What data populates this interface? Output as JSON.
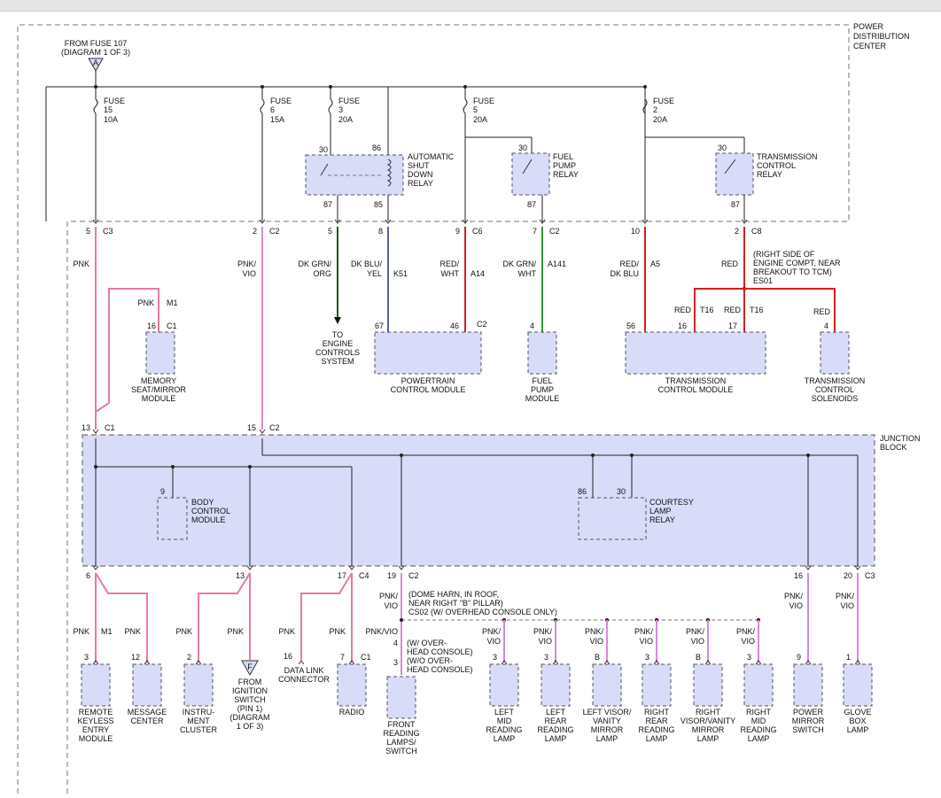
{
  "colors": {
    "box_fill": "#d8dcf8",
    "pink": "#e87aa0",
    "violet": "#d78ad8",
    "red": "#d22020",
    "green": "#2f9a2f",
    "darkgreen": "#1f5a1f",
    "blue": "#22337a",
    "wire": "#222222"
  },
  "pdc": {
    "label1": "POWER",
    "label2": "DISTRIBUTION",
    "label3": "CENTER"
  },
  "jb": {
    "label1": "JUNCTION",
    "label2": "BLOCK"
  },
  "source": {
    "l1": "FROM FUSE 107",
    "l2": "(DIAGRAM 1 OF 3)",
    "flag": "A"
  },
  "fuses": [
    {
      "f": "FUSE",
      "n": "15",
      "a": "10A"
    },
    {
      "f": "FUSE",
      "n": "6",
      "a": "15A"
    },
    {
      "f": "FUSE",
      "n": "3",
      "a": "20A"
    },
    {
      "f": "FUSE",
      "n": "5",
      "a": "20A"
    },
    {
      "f": "FUSE",
      "n": "2",
      "a": "20A"
    }
  ],
  "relays": {
    "asd": {
      "l1": "AUTOMATIC",
      "l2": "SHUT",
      "l3": "DOWN",
      "l4": "RELAY",
      "p30": "30",
      "p86": "86",
      "p87": "87",
      "p85": "85"
    },
    "fuel": {
      "l1": "FUEL",
      "l2": "PUMP",
      "l3": "RELAY",
      "p30": "30",
      "p87": "87"
    },
    "trans": {
      "l1": "TRANSMISSION",
      "l2": "CONTROL",
      "l3": "RELAY",
      "p30": "30",
      "p87": "87"
    }
  },
  "pdc_connectors": [
    {
      "pin": "5",
      "conn": "C3"
    },
    {
      "pin": "2",
      "conn": "C2"
    },
    {
      "pin": "5",
      "conn": ""
    },
    {
      "pin": "8",
      "conn": ""
    },
    {
      "pin": "9",
      "conn": "C6"
    },
    {
      "pin": "7",
      "conn": "C2"
    },
    {
      "pin": "10",
      "conn": ""
    },
    {
      "pin": "2",
      "conn": "C8"
    }
  ],
  "wires_upper": [
    {
      "c1": "PNK",
      "c2": "",
      "circ": ""
    },
    {
      "c1": "PNK/",
      "c2": "VIO",
      "circ": ""
    },
    {
      "c1": "DK GRN/",
      "c2": "ORG",
      "circ": ""
    },
    {
      "c1": "DK BLU/",
      "c2": "YEL",
      "circ": "K51"
    },
    {
      "c1": "RED/",
      "c2": "WHT",
      "circ": "A14"
    },
    {
      "c1": "DK GRN/",
      "c2": "WHT",
      "circ": "A141"
    },
    {
      "c1": "RED/",
      "c2": "DK BLU",
      "circ": "A5"
    },
    {
      "c1": "RED",
      "c2": "",
      "circ": ""
    }
  ],
  "to_engine": {
    "l1": "TO",
    "l2": "ENGINE",
    "l3": "CONTROLS",
    "l4": "SYSTEM"
  },
  "splice_es01": {
    "l1": "(RIGHT SIDE OF",
    "l2": "ENGINE COMPT, NEAR",
    "l3": "BREAKOUT TO TCM)",
    "l4": "ES01"
  },
  "memory": {
    "wire": "PNK",
    "circ": "M1",
    "pin": "16",
    "conn": "C1",
    "l1": "MEMORY",
    "l2": "SEAT/MIRROR",
    "l3": "MODULE"
  },
  "pcm": {
    "pin1": "67",
    "pin2": "46",
    "conn": "C2",
    "l1": "POWERTRAIN",
    "l2": "CONTROL MODULE"
  },
  "fpm": {
    "pin": "4",
    "l1": "FUEL",
    "l2": "PUMP",
    "l3": "MODULE"
  },
  "tcm": {
    "pin1": "56",
    "pin2": "16",
    "pin3": "17",
    "w1": "RED",
    "t1": "T16",
    "w2": "RED",
    "t2": "T16",
    "l1": "TRANSMISSION",
    "l2": "CONTROL MODULE"
  },
  "tcs": {
    "wire": "RED",
    "pin": "4",
    "l1": "TRANSMISSION",
    "l2": "CONTROL",
    "l3": "SOLENOIDS"
  },
  "jb_in": [
    {
      "pin": "13",
      "conn": "C1"
    },
    {
      "pin": "15",
      "conn": "C2"
    }
  ],
  "bcm": {
    "pin": "9",
    "l1": "BODY",
    "l2": "CONTROL",
    "l3": "MODULE"
  },
  "clr": {
    "p86": "86",
    "p30": "30",
    "l1": "COURTESY",
    "l2": "LAMP",
    "l3": "RELAY"
  },
  "jb_out": [
    {
      "pin": "6",
      "conn": ""
    },
    {
      "pin": "13",
      "conn": ""
    },
    {
      "pin": "17",
      "conn": "C4"
    },
    {
      "pin": "19",
      "conn": "C2"
    },
    {
      "pin": "16",
      "conn": ""
    },
    {
      "pin": "20",
      "conn": "C3"
    }
  ],
  "splice_cs02": {
    "l1": "(DOME HARN, IN ROOF,",
    "l2": "NEAR RIGHT \"B\" PILLAR)",
    "l3": "CS02 (W/ OVERHEAD CONSOLE ONLY)"
  },
  "lower_wires": {
    "pnk": "PNK",
    "m1": "M1",
    "pnk_vio": "PNK/VIO",
    "pv1": "PNK/",
    "pv2": "VIO",
    "over_a": "(W/ OVER-",
    "over_b": "HEAD CONSOLE)",
    "wo_a": "(W/O OVER-",
    "wo_b": "HEAD CONSOLE)",
    "pin4": "4",
    "pin3": "3"
  },
  "components": [
    {
      "pin": "3",
      "conn": "",
      "l1": "REMOTE",
      "l2": "KEYLESS",
      "l3": "ENTRY",
      "l4": "MODULE"
    },
    {
      "pin": "12",
      "conn": "",
      "l1": "MESSAGE",
      "l2": "CENTER",
      "l3": "",
      "l4": ""
    },
    {
      "pin": "2",
      "conn": "",
      "l1": "INSTRU-",
      "l2": "MENT",
      "l3": "CLUSTER",
      "l4": ""
    },
    {
      "pin": "16",
      "conn": "",
      "l1": "DATA LINK",
      "l2": "CONNECTOR",
      "l3": "",
      "l4": ""
    },
    {
      "pin": "7",
      "conn": "C1",
      "l1": "RADIO",
      "l2": "",
      "l3": "",
      "l4": ""
    },
    {
      "pin": "",
      "conn": "",
      "l1": "FRONT",
      "l2": "READING",
      "l3": "LAMPS/",
      "l4": "SWITCH"
    },
    {
      "pin": "3",
      "conn": "",
      "l1": "LEFT",
      "l2": "MID",
      "l3": "READING",
      "l4": "LAMP"
    },
    {
      "pin": "3",
      "conn": "",
      "l1": "LEFT",
      "l2": "REAR",
      "l3": "READING",
      "l4": "LAMP"
    },
    {
      "pin": "B",
      "conn": "",
      "l1": "LEFT VISOR/",
      "l2": "VANITY",
      "l3": "MIRROR",
      "l4": "LAMP"
    },
    {
      "pin": "3",
      "conn": "",
      "l1": "RIGHT",
      "l2": "REAR",
      "l3": "READING",
      "l4": "LAMP"
    },
    {
      "pin": "B",
      "conn": "",
      "l1": "RIGHT",
      "l2": "VISOR/VANITY",
      "l3": "MIRROR",
      "l4": "LAMP"
    },
    {
      "pin": "3",
      "conn": "",
      "l1": "RIGHT",
      "l2": "MID",
      "l3": "READING",
      "l4": "LAMP"
    },
    {
      "pin": "9",
      "conn": "",
      "l1": "POWER",
      "l2": "MIRROR",
      "l3": "SWITCH",
      "l4": ""
    },
    {
      "pin": "1",
      "conn": "",
      "l1": "GLOVE",
      "l2": "BOX",
      "l3": "LAMP",
      "l4": ""
    }
  ],
  "ign": {
    "flag": "F",
    "l1": "FROM",
    "l2": "IGNITION",
    "l3": "SWITCH",
    "l4": "(PIN 1)",
    "l5": "(DIAGRAM",
    "l6": "1 OF 3)"
  }
}
